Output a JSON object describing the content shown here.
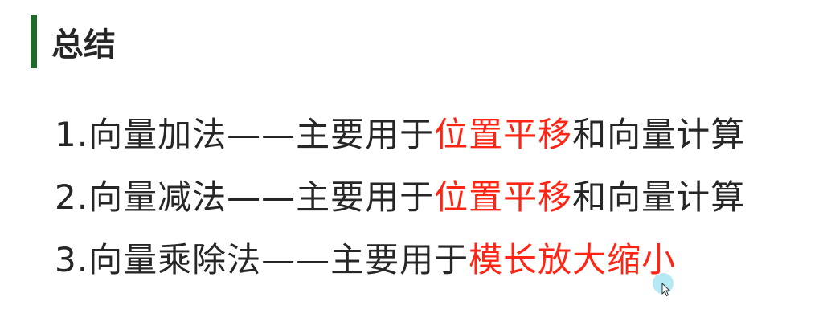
{
  "title": "总结",
  "accent_color": "#1e6b2a",
  "highlight_color": "#ff2414",
  "items": [
    {
      "prefix": "1.向量加法——主要用于",
      "highlight": "位置平移",
      "suffix": "和向量计算"
    },
    {
      "prefix": "2.向量减法——主要用于",
      "highlight": "位置平移",
      "suffix": "和向量计算"
    },
    {
      "prefix": "3.向量乘除法——主要用于",
      "highlight": "模长放大缩小",
      "suffix": ""
    }
  ]
}
